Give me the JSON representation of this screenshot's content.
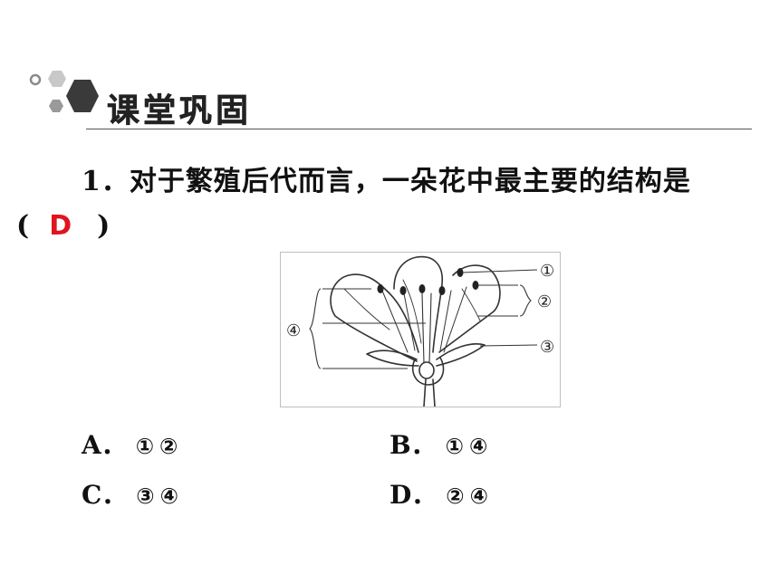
{
  "header": {
    "title": "课堂巩固"
  },
  "question": {
    "number": "1．",
    "text": "对于繁殖后代而言，一朵花中最主要的结构是",
    "open_paren": "(",
    "answer": "D",
    "close_paren": ")"
  },
  "figure": {
    "labels": [
      "①",
      "②",
      "③",
      "④"
    ]
  },
  "options": [
    {
      "letter": "A．",
      "value": "①②"
    },
    {
      "letter": "B．",
      "value": "①④"
    },
    {
      "letter": "C．",
      "value": "③④"
    },
    {
      "letter": "D．",
      "value": "②④"
    }
  ],
  "colors": {
    "answer": "#e0141e",
    "hex_dark": "#3a3a3a",
    "hex_mid": "#8a8a8a",
    "hex_light": "#c8c8c8"
  }
}
